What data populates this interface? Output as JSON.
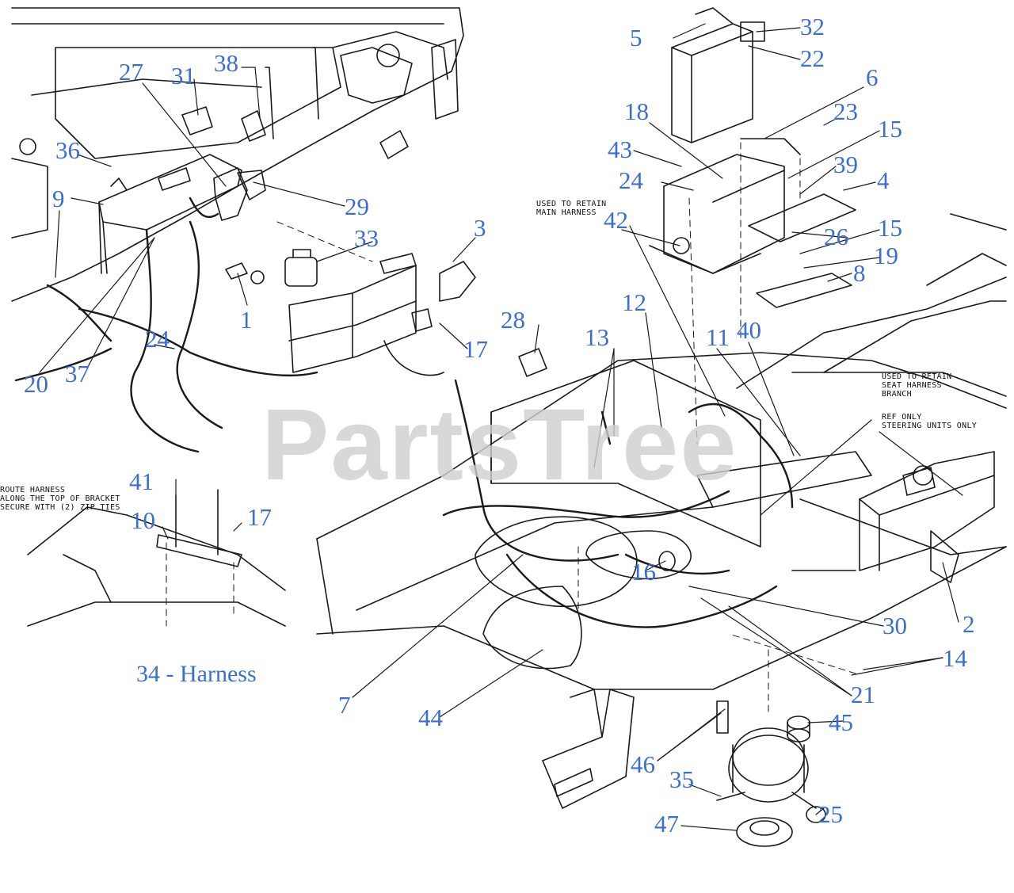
{
  "watermark": "PartsTree",
  "caption": "34 - Harness",
  "notes": {
    "main_harness": "USED TO RETAIN\nMAIN HARNESS",
    "seat_harness": "USED TO RETAIN\nSEAT HARNESS\nBRANCH",
    "ref_only": "REF ONLY\nSTEERING UNITS ONLY",
    "route_harness": "ROUTE HARNESS\nALONG THE TOP OF BRACKET\nSECURE WITH (2) ZIP TIES"
  },
  "callouts": [
    "1",
    "2",
    "3",
    "4",
    "5",
    "6",
    "7",
    "8",
    "9",
    "10",
    "11",
    "12",
    "13",
    "14",
    "15",
    "15",
    "16",
    "17",
    "17",
    "18",
    "19",
    "20",
    "21",
    "22",
    "23",
    "24",
    "24",
    "25",
    "26",
    "27",
    "28",
    "29",
    "30",
    "31",
    "32",
    "33",
    "35",
    "36",
    "37",
    "38",
    "39",
    "40",
    "41",
    "42",
    "43",
    "44",
    "45",
    "46",
    "47"
  ],
  "colors": {
    "callout": "#3a6fd0",
    "line": "#1a1a1a",
    "watermark": "#cfcfcf"
  }
}
